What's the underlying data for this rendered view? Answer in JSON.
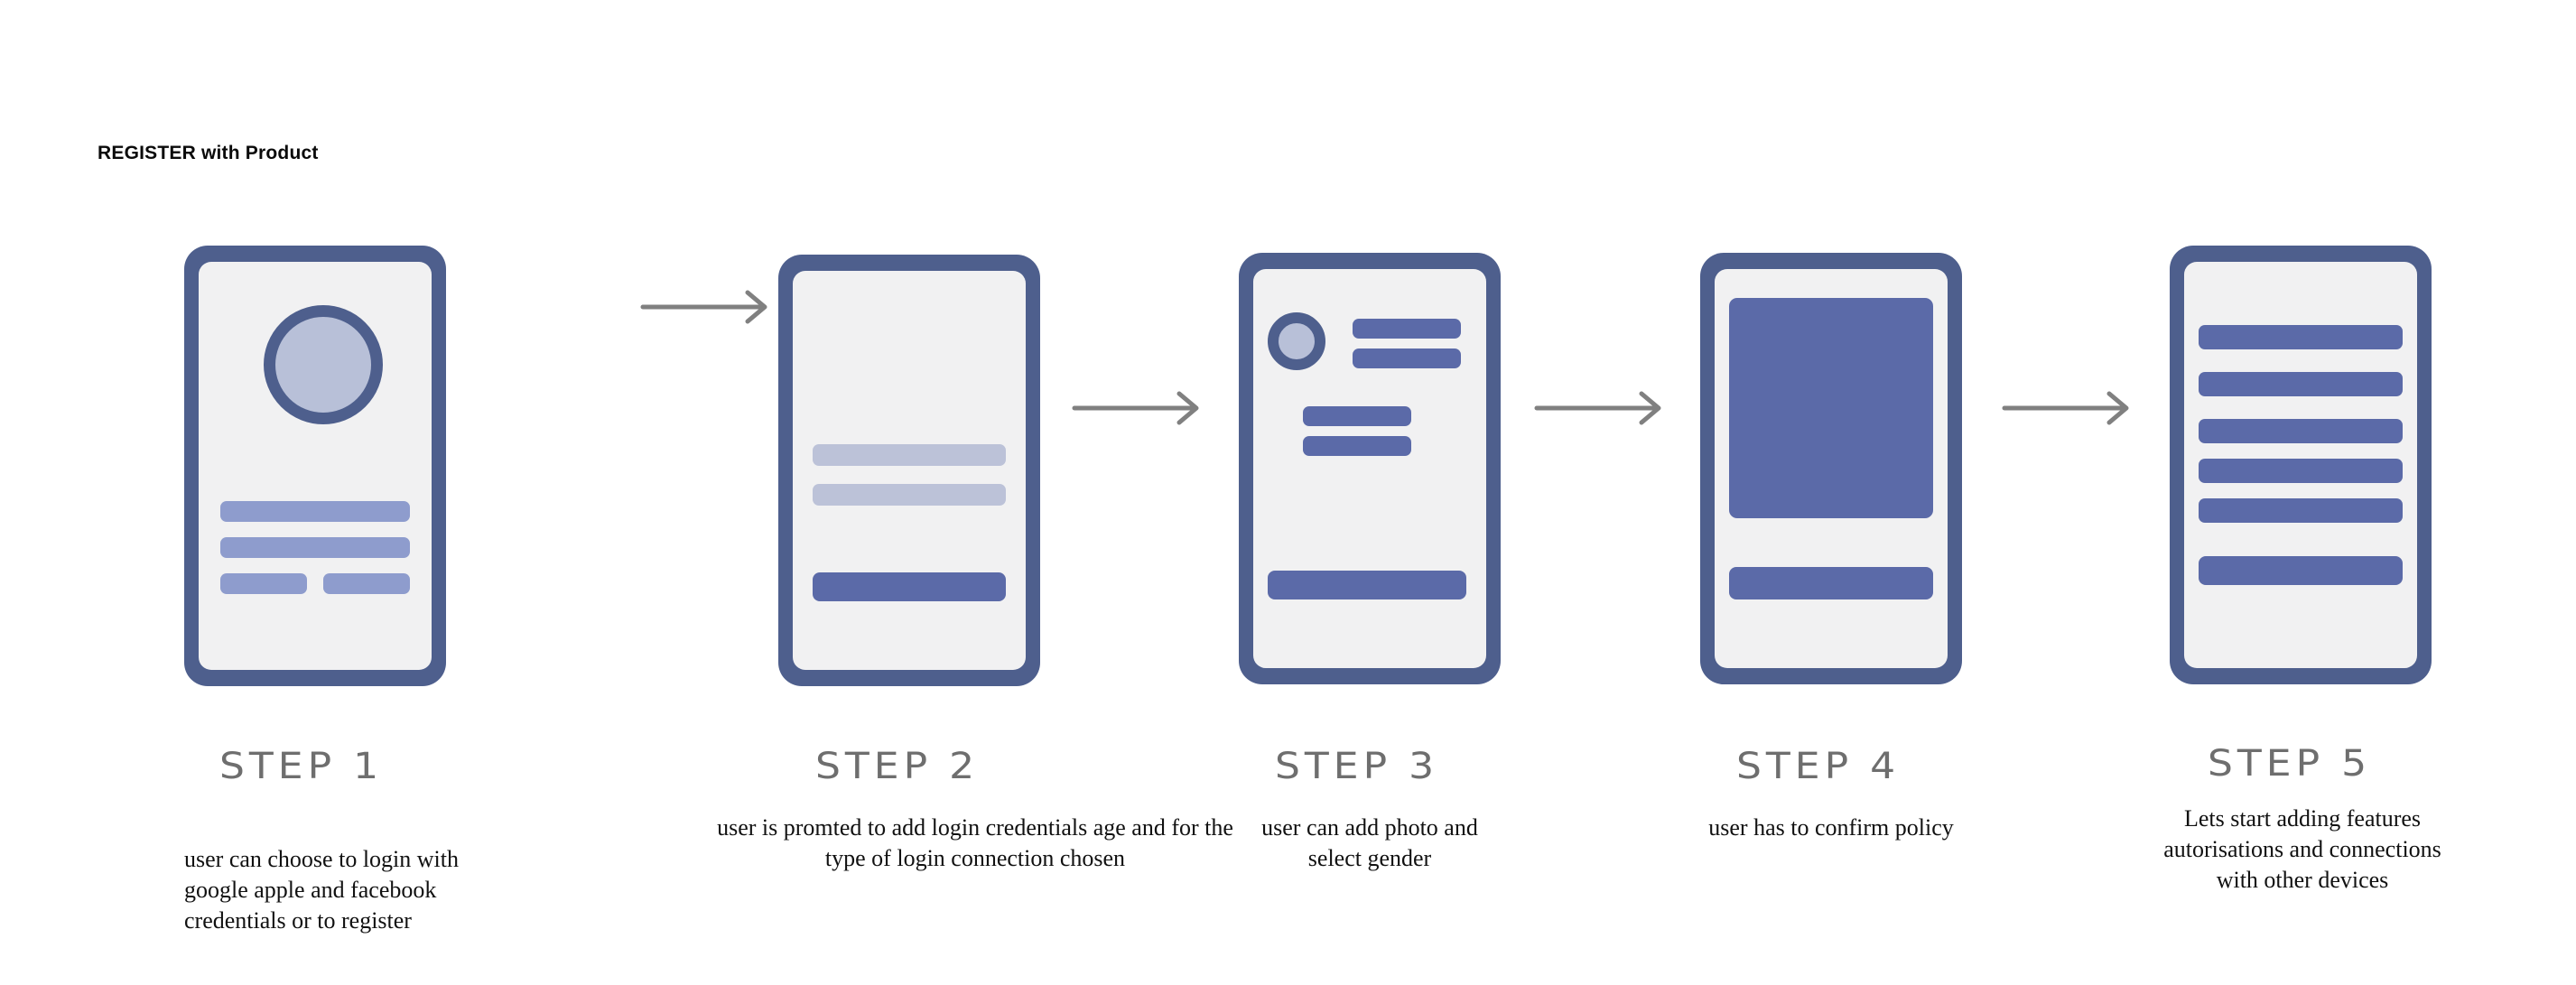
{
  "title": "REGISTER with Product",
  "theme": {
    "frame_color": "#4e5f8d",
    "screen_color": "#f1f1f2",
    "bar_light": "#8e9ccd",
    "bar_muted": "#bcc2d8",
    "bar_strong": "#5b6aa8",
    "avatar_fill": "#b8c0d8",
    "arrow_color": "#808080",
    "label_color": "#6e6e6e",
    "caption_color": "#111111",
    "background": "#ffffff"
  },
  "steps": [
    {
      "label": "STEP 1",
      "caption": "user can choose to login with google apple and facebook credentials or to  register",
      "caption_align": "left",
      "screen_elements": [
        {
          "type": "avatar",
          "name": "profile-avatar"
        },
        {
          "type": "bar",
          "name": "login-option-google"
        },
        {
          "type": "bar",
          "name": "login-option-apple"
        },
        {
          "type": "bar",
          "name": "login-option-facebook"
        },
        {
          "type": "bar",
          "name": "login-option-register"
        }
      ]
    },
    {
      "label": "STEP 2",
      "caption": "user is promted to add login credentials age and for the type of login connection chosen",
      "caption_align": "center",
      "screen_elements": [
        {
          "type": "input",
          "name": "credentials-field-email"
        },
        {
          "type": "input",
          "name": "credentials-field-password"
        },
        {
          "type": "button",
          "name": "submit-credentials-button"
        }
      ]
    },
    {
      "label": "STEP 3",
      "caption": "user can add photo and select gender",
      "caption_align": "center",
      "screen_elements": [
        {
          "type": "avatar",
          "name": "photo-upload-avatar"
        },
        {
          "type": "bar",
          "name": "photo-name-line"
        },
        {
          "type": "bar",
          "name": "photo-detail-line"
        },
        {
          "type": "bar",
          "name": "gender-option-one"
        },
        {
          "type": "bar",
          "name": "gender-option-two"
        },
        {
          "type": "button",
          "name": "continue-button"
        }
      ]
    },
    {
      "label": "STEP 4",
      "caption": "user has to confirm policy",
      "caption_align": "center",
      "screen_elements": [
        {
          "type": "block",
          "name": "policy-text-block"
        },
        {
          "type": "button",
          "name": "confirm-policy-button"
        }
      ]
    },
    {
      "label": "STEP 5",
      "caption": "Lets start adding features autorisations and connections with other devices",
      "caption_align": "center",
      "screen_elements": [
        {
          "type": "bar",
          "name": "feature-row-1"
        },
        {
          "type": "bar",
          "name": "feature-row-2"
        },
        {
          "type": "bar",
          "name": "feature-row-3"
        },
        {
          "type": "bar",
          "name": "feature-row-4"
        },
        {
          "type": "bar",
          "name": "feature-row-5"
        },
        {
          "type": "bar",
          "name": "feature-row-6"
        }
      ]
    }
  ],
  "arrows": [
    {
      "name": "arrow-step1-to-step2"
    },
    {
      "name": "arrow-step2-to-step3"
    },
    {
      "name": "arrow-step3-to-step4"
    },
    {
      "name": "arrow-step4-to-step5"
    }
  ]
}
